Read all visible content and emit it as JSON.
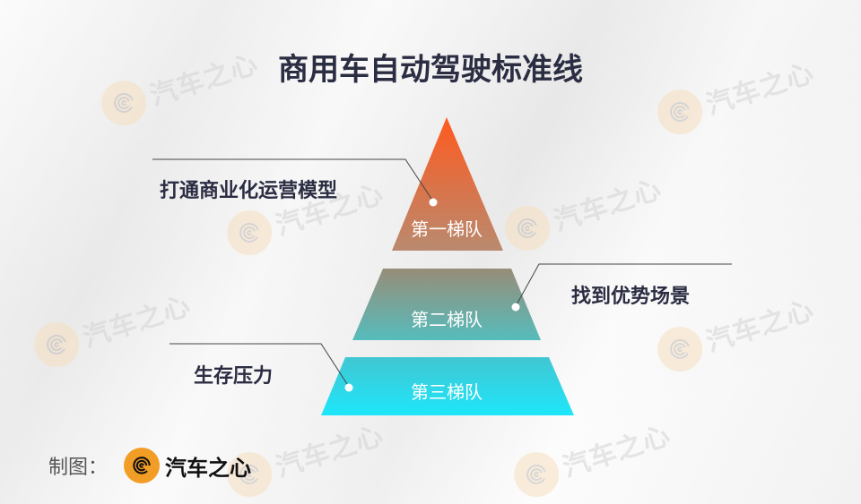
{
  "title": "商用车自动驾驶标准线",
  "pyramid": {
    "tiers": [
      {
        "label": "第一梯队",
        "annotation": "打通商业化运营模型",
        "gradient": [
          "#ff5a1f",
          "#b98a6f"
        ]
      },
      {
        "label": "第二梯队",
        "annotation": "找到优势场景",
        "gradient": [
          "#978d78",
          "#56bcbc"
        ]
      },
      {
        "label": "第三梯队",
        "annotation": "生存压力",
        "gradient": [
          "#41c6d2",
          "#1ee6fa"
        ]
      }
    ]
  },
  "credit": {
    "label": "制图：",
    "brand": "汽车之心",
    "brand_color": "#f29d26"
  },
  "watermark": {
    "text": "汽车之心"
  }
}
